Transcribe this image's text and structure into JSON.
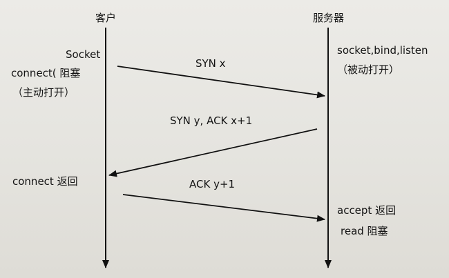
{
  "client": {
    "title": "客户",
    "socket_label": "Socket",
    "connect_label": "connect(  阻塞",
    "active_open_label": "（主动打开）",
    "connect_return_label": "connect  返回"
  },
  "server": {
    "title": "服务器",
    "listen_label": "socket,bind,listen",
    "passive_open_label": "（被动打开）",
    "accept_label": "accept  返回",
    "read_label": "read   阻塞"
  },
  "messages": [
    {
      "name": "syn",
      "label": "SYN   x"
    },
    {
      "name": "syn-ack",
      "label": "SYN  y,  ACK  x+1"
    },
    {
      "name": "ack",
      "label": "ACK  y+1"
    }
  ]
}
